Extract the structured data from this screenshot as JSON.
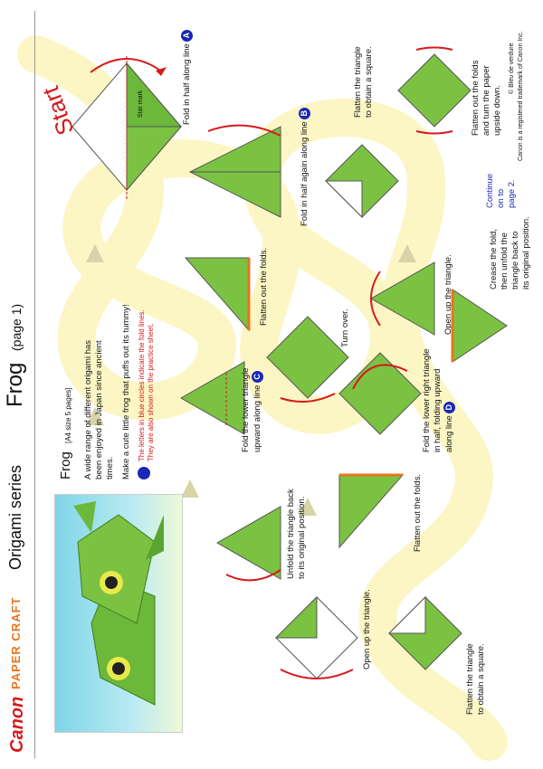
{
  "header": {
    "brand": "Canon",
    "logo": "PAPER CRAFT",
    "series": "Origami series",
    "title": "Frog",
    "page": "(page 1)",
    "copyright1": "© Bleu de verdure",
    "copyright2": "Canon is a registered trademark of Canon Inc."
  },
  "intro": {
    "heading": "Frog",
    "size_note": "[A4 size 5 pages]",
    "line1": "A wide range of different origami has",
    "line2": "been enjoyed in Japan since ancient",
    "line3": "times.",
    "line4": "Make a cute little frog that puffs out its tummy!",
    "note1": "The letters in blue circles indicate the fold lines.",
    "note2": "They are also shown on the practice sheet."
  },
  "steps": {
    "start": "Start",
    "star_mark": "Star mark",
    "s1": "Fold in half along line",
    "s1_letter": "A",
    "s2": "Fold in half again along line",
    "s2_letter": "B",
    "s3a": "Flatten the triangle",
    "s3b": "to obtain a square.",
    "s4a": "Flatten out the folds",
    "s4b": "and turn the paper",
    "s4c": "upside down.",
    "cont1": "Continue",
    "cont2": "on to",
    "cont3": "page 2.",
    "s5": "Flatten out the folds.",
    "s6": "Open up the triangle.",
    "s7a": "Crease the fold,",
    "s7b": "then unfold the",
    "s7c": "triangle back to",
    "s7d": "its original position.",
    "s8a": "Fold the lower triangle",
    "s8b": "upward along line",
    "s8_letter": "C",
    "s9": "Turn over.",
    "s10a": "Fold the lower right triangle",
    "s10b": "in half, folding upward",
    "s10c": "along line",
    "s10_letter": "D",
    "s11": "Flatten out the folds.",
    "s12a": "Unfold the triangle back",
    "s12b": "to its original position.",
    "s13": "Open up the triangle.",
    "s14a": "Flatten the triangle",
    "s14b": "to obtain a square."
  },
  "colors": {
    "paper_green": "#7cc242",
    "paper_dark": "#4f9a2a",
    "arrow_red": "#d7191c",
    "letter_blue": "#1a27b8",
    "band_yellow": "#fbf6c4"
  }
}
